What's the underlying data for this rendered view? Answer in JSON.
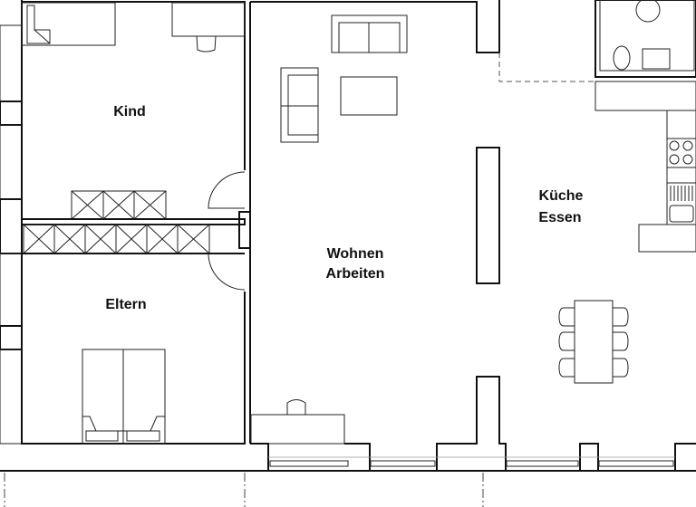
{
  "rooms": {
    "kind": "Kind",
    "eltern": "Eltern",
    "wohnen_line1": "Wohnen",
    "wohnen_line2": "Arbeiten",
    "kueche_line1": "Küche",
    "kueche_line2": "Essen"
  }
}
